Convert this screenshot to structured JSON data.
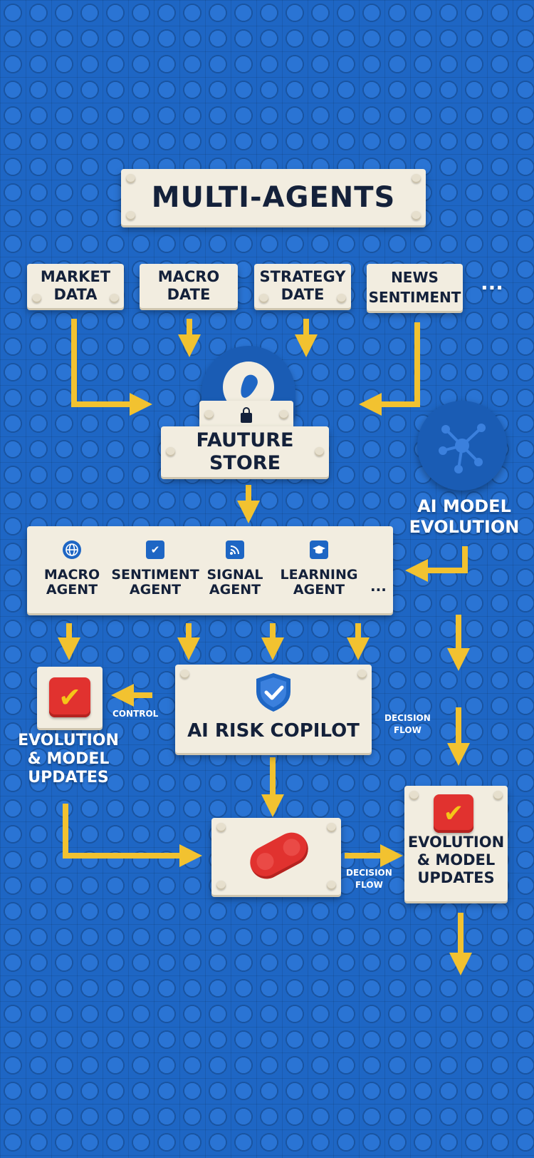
{
  "title": "MULTI-AGENTS",
  "sources": [
    {
      "line1": "MARKET",
      "line2": "DATA"
    },
    {
      "line1": "MACRO",
      "line2": "DATE"
    },
    {
      "line1": "STRATEGY",
      "line2": "DATE"
    },
    {
      "line1": "NEWS",
      "line2": "SENTIMENT"
    }
  ],
  "more_sources": "...",
  "store": {
    "line1": "FAUTURE",
    "line2": "STORE"
  },
  "model_evolution": {
    "line1": "AI MODEL",
    "line2": "EVOLUTION"
  },
  "agents": [
    {
      "line1": "MACRO",
      "line2": "AGENT",
      "icon": "globe-icon"
    },
    {
      "line1": "SENTIMENT",
      "line2": "AGENT",
      "icon": "checkbox-icon"
    },
    {
      "line1": "SIGNAL",
      "line2": "AGENT",
      "icon": "rss-icon"
    },
    {
      "line1": "LEARNING",
      "line2": "AGENT",
      "icon": "graduation-cap-icon"
    }
  ],
  "more_agents": "...",
  "copilot": "AI RISK COPILOT",
  "control_label": "CONTROL",
  "left_updates": {
    "line1": "EVOLUTION",
    "line2": "& MODEL",
    "line3": "UPDATES"
  },
  "decision_flow_right": {
    "line1": "DECISION",
    "line2": "FLOW"
  },
  "decision_flow_bottom": {
    "line1": "DECISION",
    "line2": "FLOW"
  },
  "right_updates": {
    "line1": "EVOLUTION",
    "line2": "& MODEL",
    "line3": "UPDATES"
  },
  "colors": {
    "background": "#1e66c4",
    "brick": "#f2ede0",
    "arrow": "#f2c230",
    "red": "#e1322f",
    "check": "#f5c518"
  }
}
